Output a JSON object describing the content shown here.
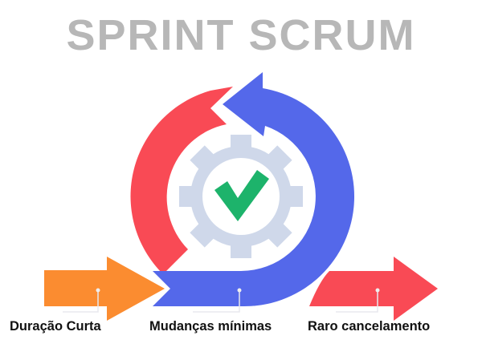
{
  "title": "SPRINT SCRUM",
  "labels": {
    "short_duration": "Duração Curta",
    "minimal_changes": "Mudanças mínimas",
    "rare_cancellation": "Raro cancelamento"
  },
  "colors": {
    "title": "#b7b7b7",
    "orange": "#fb8c30",
    "blue": "#5468ea",
    "red": "#f94a55",
    "gear": "#cfd8ea",
    "check": "#1db36b"
  }
}
